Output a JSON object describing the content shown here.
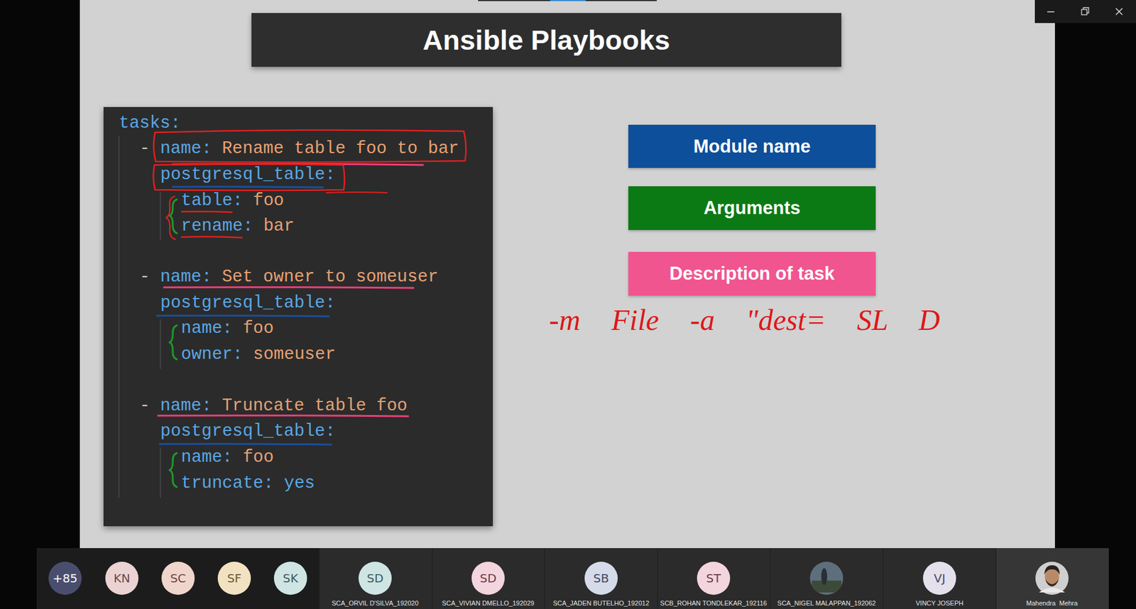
{
  "diagram": {
    "title": "Ansible Playbooks",
    "nodes": [
      {
        "text": [
          "Ansible Playbooks"
        ]
      },
      {
        "text": [
          "tasks:",
          "-",
          "name:",
          "Rename table foo to bar",
          "postgresql_table:",
          "table:",
          "foo",
          "rename:",
          "bar",
          "-",
          "name:",
          "Set owner to someuser",
          "postgresql_table:",
          "name:",
          "foo",
          "owner:",
          "someuser",
          "-",
          "name:",
          "Truncate table foo",
          "postgresql_table:",
          "name:",
          "foo",
          "truncate:",
          "yes"
        ]
      },
      {
        "text": [
          "+85"
        ]
      },
      {
        "text": [
          "KN"
        ]
      },
      {
        "text": [
          "SC"
        ]
      },
      {
        "text": [
          "SF"
        ]
      },
      {
        "text": [
          "SK"
        ]
      },
      {
        "text": [
          "SD"
        ]
      },
      {
        "text": [
          "SD"
        ]
      },
      {
        "text": [
          "SB"
        ]
      },
      {
        "text": [
          "ST"
        ]
      },
      {
        "text": [
          "VJ"
        ]
      }
    ],
    "labels": [
      "-m File -a \"dest= SL D",
      "SCA_ORVIL D'SILVA_192020",
      "SCA_VIVIAN DMELLO_192029",
      "SCA_JADEN BUTELHO_192012",
      "SCB_ROHAN TONDLEKAR_192116",
      "SCA_NIGEL MALAPPAN_192062",
      "VINCY JOSEPH",
      "Mahendra  Mehra"
    ],
    "legend": [
      {
        "text": "Module name",
        "color": "#0d4f9a"
      },
      {
        "text": "Arguments",
        "color": "#0b7a14"
      },
      {
        "text": "Description of task",
        "color": "#f0558f"
      }
    ]
  }
}
